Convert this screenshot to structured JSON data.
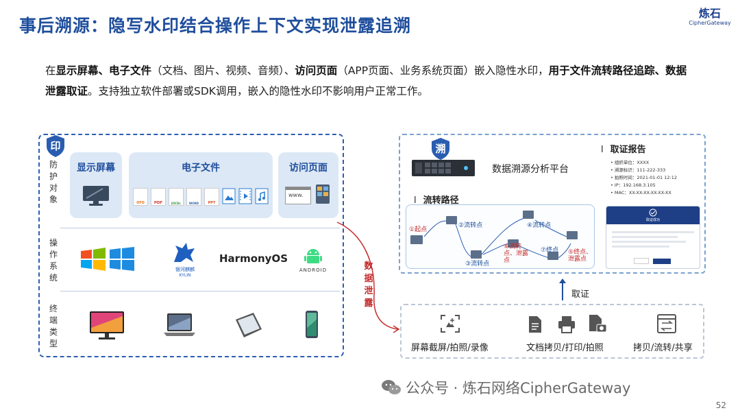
{
  "header": {
    "title": "事后溯源：隐写水印结合操作上下文实现泄露追溯",
    "logo_main": "炼石",
    "logo_sub": "CipherGateway"
  },
  "intro": {
    "p1": "在",
    "b1": "显示屏幕、电子文件",
    "p2": "（文档、图片、视频、音频）、",
    "b2": "访问页面",
    "p3": "（APP页面、业务系统页面）嵌入隐性水印，",
    "b3": "用于文件流转路径追踪、数据泄露取证",
    "p4": "。支持独立软件部署或SDK调用，嵌入的隐性水印不影响用户正常工作。"
  },
  "left_panel": {
    "badge": "印",
    "row1_label": "防护对象",
    "row2_label": "操作系统",
    "row3_label": "终端类型",
    "cards": {
      "screen": "显示屏幕",
      "files": "电子文件",
      "pages": "访问页面"
    },
    "file_types": [
      "OFD",
      "PDF",
      "EXCEL",
      "WORD",
      "PPT"
    ],
    "browser_text": "www.",
    "os": {
      "kylin_cn": "银河麒麟",
      "kylin_en": "KYLIN",
      "harmony": "HarmonyOS",
      "android": "ANDROID"
    }
  },
  "leak_label": "数据泄露",
  "platform": {
    "badge": "溯",
    "name": "数据溯源分析平台",
    "flow_title": "流转路径",
    "flow_nodes": {
      "n1": "①起点",
      "n2": "②流转点",
      "n3": "③流转点",
      "n4": "④流转点",
      "n5": "⑤终点、泄露点",
      "n6": "⑥流转点、泄露点",
      "n7": "⑦终点"
    },
    "report": {
      "title": "取证报告",
      "items": [
        "组织单位：XXXX",
        "溯源标识：111-222-333",
        "拍照时间：2021-01-01 12:12",
        "IP：192.168.3.105",
        "MAC：XX-XX-XX-XX-XX-XX"
      ],
      "window_title": "取证成功"
    }
  },
  "evidence_label": "取证",
  "actions": {
    "a1": "屏幕截屏/拍照/录像",
    "a2": "文档拷贝/打印/拍照",
    "a3": "拷贝/流转/共享"
  },
  "watermark": "公众号 · 炼石网络CipherGateway",
  "page_number": "52",
  "colors": {
    "title": "#1f4e9c",
    "accent": "#2a5db0",
    "card_bg": "#dde8f6",
    "leak": "#c42b2b"
  }
}
